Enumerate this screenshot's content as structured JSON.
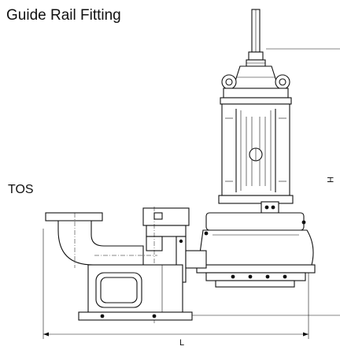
{
  "diagram": {
    "title": "Guide Rail Fitting",
    "labels": {
      "tos": "TOS",
      "height": "H",
      "length": "L"
    },
    "colors": {
      "line": "#111111",
      "background": "#ffffff"
    }
  }
}
